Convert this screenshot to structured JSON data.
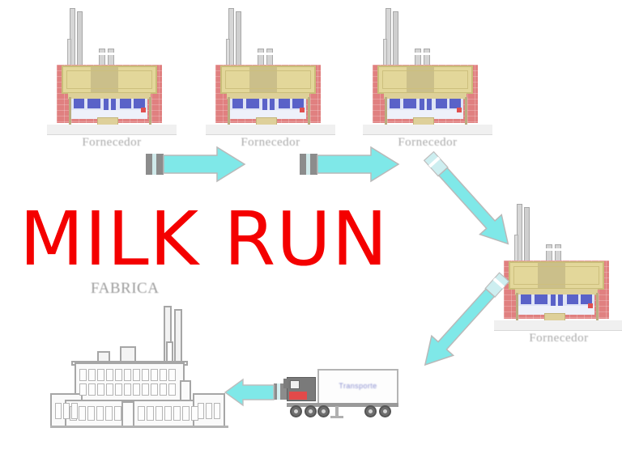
{
  "diagram": {
    "title": "MILK RUN",
    "title_color": "#f40000",
    "background_color": "#ffffff",
    "accent_arrow_color": "#7fe8e8",
    "arrow_tail_color": "#8c8c8c",
    "supplier_wall_color": "#e08080",
    "supplier_sign_color": "#e3d79a",
    "label_color": "#a9a9a9"
  },
  "suppliers": [
    {
      "id": "supplier-1",
      "label": "Fornecedor"
    },
    {
      "id": "supplier-2",
      "label": "Fornecedor"
    },
    {
      "id": "supplier-3",
      "label": "Fornecedor"
    },
    {
      "id": "supplier-4",
      "label": "Fornecedor"
    }
  ],
  "factory": {
    "label": "FABRICA"
  },
  "truck": {
    "body_text": "Transporte"
  },
  "arrows": [
    {
      "id": "arrow-supplier1-to-supplier2",
      "direction": "right"
    },
    {
      "id": "arrow-supplier2-to-supplier3",
      "direction": "right"
    },
    {
      "id": "arrow-supplier3-to-supplier4",
      "direction": "down-right"
    },
    {
      "id": "arrow-supplier4-to-truck",
      "direction": "down-left"
    },
    {
      "id": "arrow-truck-to-factory",
      "direction": "left"
    }
  ]
}
